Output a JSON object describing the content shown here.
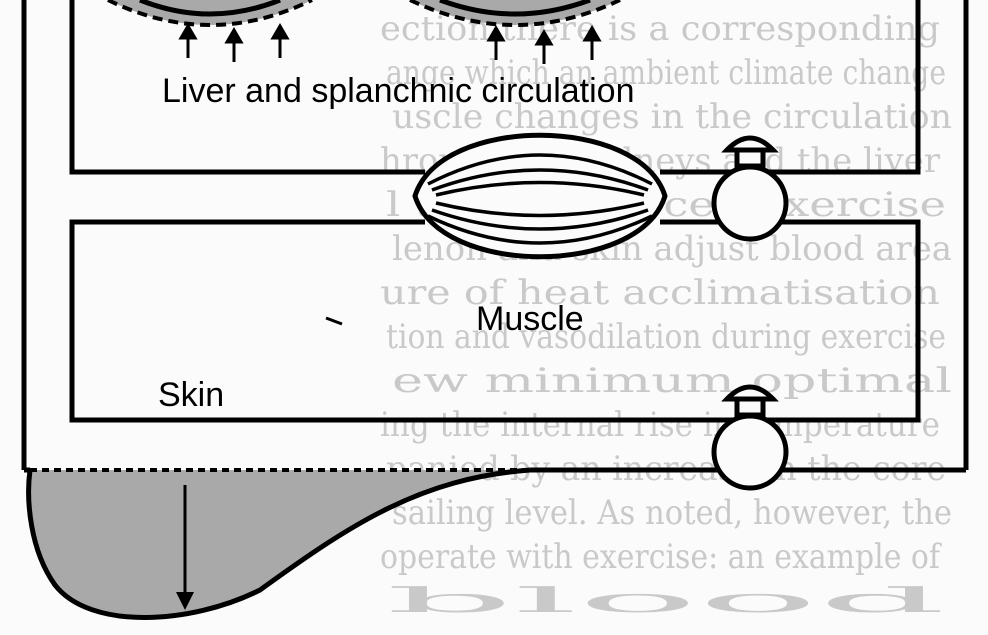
{
  "diagram": {
    "labels": {
      "liver": "Liver and splanchnic circulation",
      "muscle": "Muscle",
      "skin": "Skin"
    },
    "bleed_through_text": [
      "ection there is a corresponding",
      "ange which an ambient climate change",
      "uscle changes in the circulation",
      "hrough the kidneys and the liver",
      "l to an enforced exercise",
      "lenon and skin adjust blood area",
      "ure of heat acclimatisation",
      "tion and vasodilation during exercise",
      "ew minimum optimal",
      "ing the internal rise in temperature",
      "panied by an increase in the core",
      "sailing level. As noted, however, the",
      "operate with exercise: an example of",
      "blood"
    ],
    "colors": {
      "line": "#000000",
      "shading": "#a9a9a9",
      "paper": "#fbfbfb",
      "bleed": "#c9c9c9"
    },
    "icons": [
      "valve-icon",
      "valve-icon"
    ]
  }
}
